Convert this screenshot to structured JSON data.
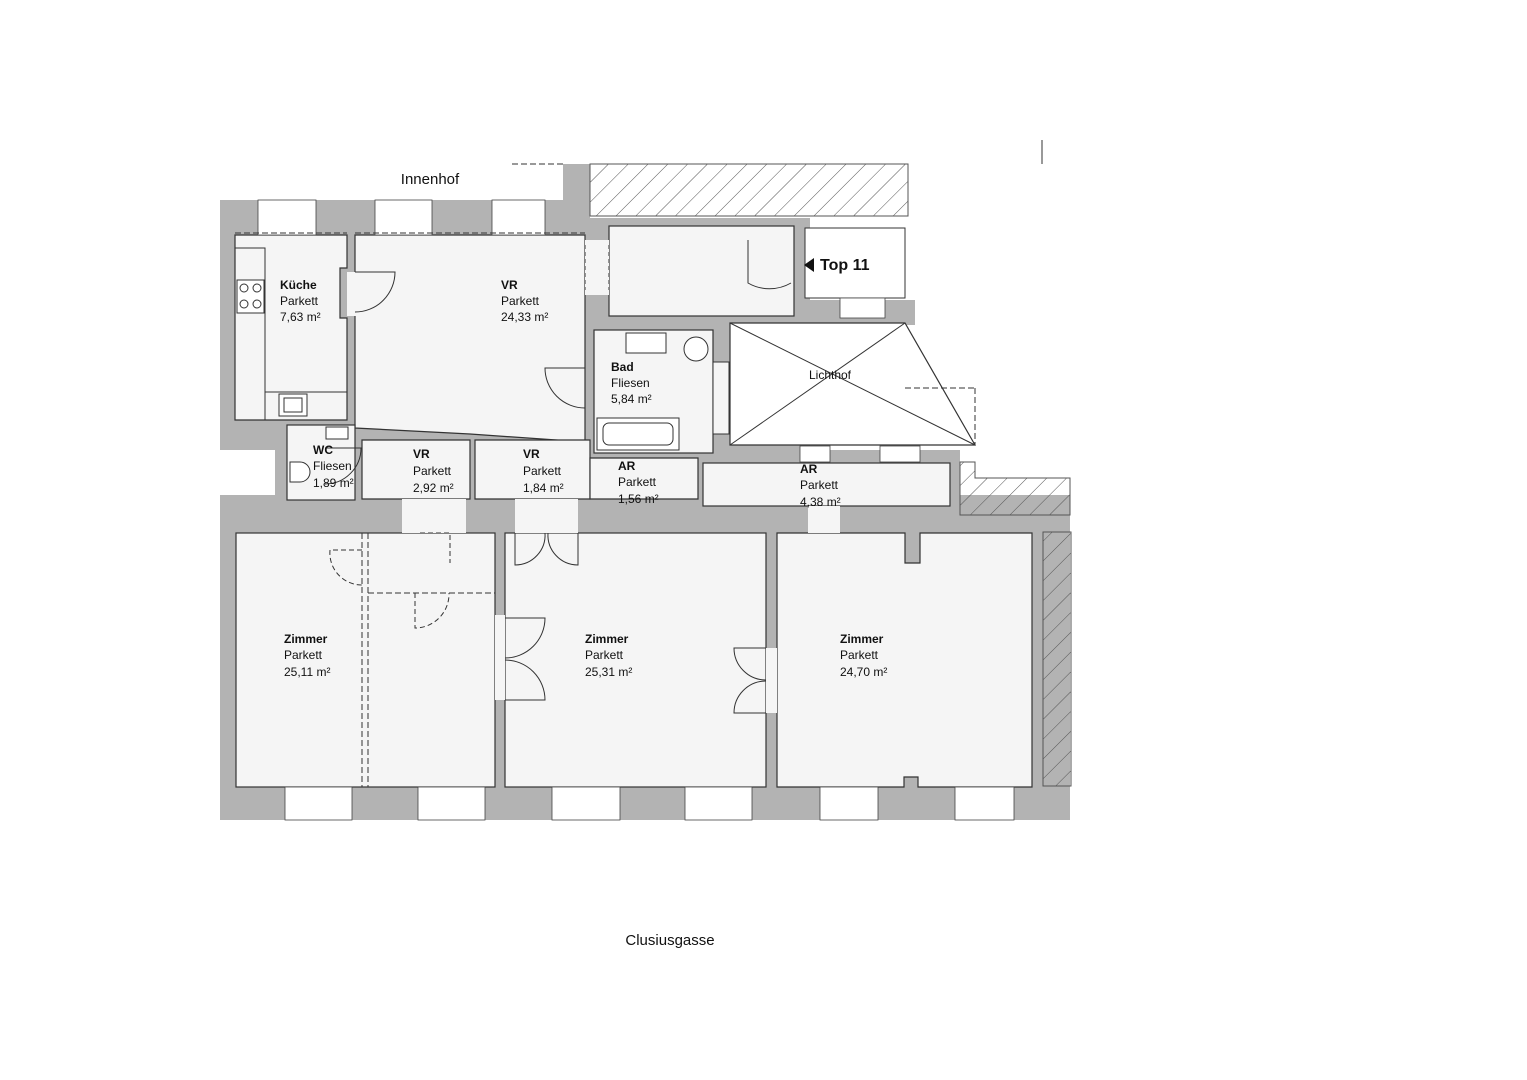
{
  "labels": {
    "courtyard": "Innenhof",
    "street": "Clusiusgasse",
    "unit": "Top 11",
    "lightwell": "Lichthof"
  },
  "rooms": {
    "kueche": {
      "name": "Küche",
      "floor": "Parkett",
      "area": "7,63 m²"
    },
    "vr_main": {
      "name": "VR",
      "floor": "Parkett",
      "area": "24,33 m²"
    },
    "bad": {
      "name": "Bad",
      "floor": "Fliesen",
      "area": "5,84 m²"
    },
    "wc": {
      "name": "WC",
      "floor": "Fliesen",
      "area": "1,89 m²"
    },
    "vr_2": {
      "name": "VR",
      "floor": "Parkett",
      "area": "2,92 m²"
    },
    "vr_3": {
      "name": "VR",
      "floor": "Parkett",
      "area": "1,84 m²"
    },
    "ar_1": {
      "name": "AR",
      "floor": "Parkett",
      "area": "1,56 m²"
    },
    "ar_2": {
      "name": "AR",
      "floor": "Parkett",
      "area": "4,38 m²"
    },
    "zimmer_1": {
      "name": "Zimmer",
      "floor": "Parkett",
      "area": "25,11 m²"
    },
    "zimmer_2": {
      "name": "Zimmer",
      "floor": "Parkett",
      "area": "25,31 m²"
    },
    "zimmer_3": {
      "name": "Zimmer",
      "floor": "Parkett",
      "area": "24,70 m²"
    }
  },
  "colors": {
    "wall": "#b3b3b3",
    "room": "#f5f5f5",
    "line": "#333333"
  }
}
